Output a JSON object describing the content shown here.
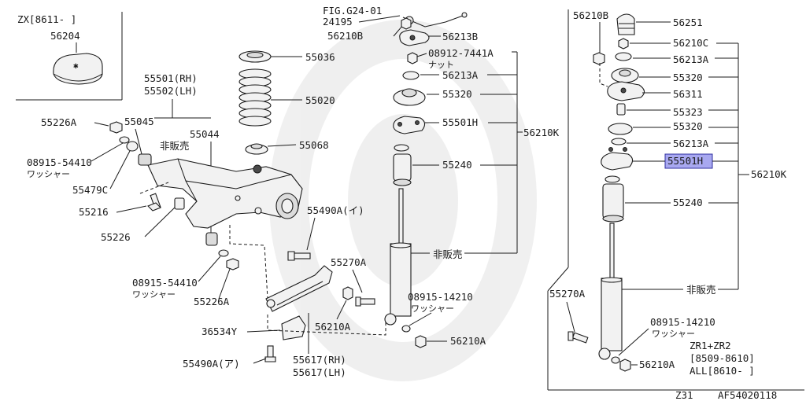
{
  "diagram": {
    "labels": {
      "zx_note": "ZX[8611-   ]",
      "p56204": "56204",
      "p55501_rh": "55501(RH)",
      "p55502_lh": "55502(LH)",
      "p55226a_top": "55226A",
      "p55045": "55045",
      "p55044": "55044",
      "not_for_sale_1": "非販売",
      "p08915_54410_top": "08915-54410",
      "washer_1": "ワッシャー",
      "p55479c": "55479C",
      "p55216": "55216",
      "p55226": "55226",
      "p08915_54410_bot": "08915-54410",
      "washer_2": "ワッシャー",
      "p55226a_bot": "55226A",
      "p36534y": "36534Y",
      "p55490a_a": "55490A(ア)",
      "p55617_rh": "55617(RH)",
      "p55617_lh": "55617(LH)",
      "p55036": "55036",
      "p55020": "55020",
      "p55068": "55068",
      "p55490a_i": "55490A(イ)",
      "p55270a_mid": "55270A",
      "p56210a_mid": "56210A",
      "fig_ref": "FIG.G24-01",
      "p24195": "24195",
      "p56210b_mid": "56210B",
      "p56213b": "56213B",
      "p08912_7441a": "08912-7441A",
      "nut": "ナット",
      "p56213a_mid": "56213A",
      "p55320_mid": "55320",
      "p55501h_mid": "55501H",
      "p55240_mid": "55240",
      "p56210k_mid": "56210K",
      "not_for_sale_2": "非販売",
      "p08915_14210_mid": "08915-14210",
      "washer_3": "ワッシャー",
      "p56210a_mid2": "56210A",
      "p56210b_r": "56210B",
      "p56251": "56251",
      "p56210c": "56210C",
      "p56213a_r1": "56213A",
      "p55320_r1": "55320",
      "p56311": "56311",
      "p55323": "55323",
      "p55320_r2": "55320",
      "p56213a_r2": "56213A",
      "p55501h_r": "55501H",
      "p56210k_r": "56210K",
      "p55240_r": "55240",
      "p55270a_r": "55270A",
      "not_for_sale_3": "非販売",
      "p08915_14210_r": "08915-14210",
      "washer_4": "ワッシャー",
      "p56210a_r": "56210A",
      "zr_note_1": "ZR1+ZR2",
      "zr_note_2": "[8509-8610]",
      "zr_note_3": "ALL[8610-   ]",
      "footer_model": "Z31",
      "footer_code": "AF54020118"
    },
    "highlight_color": "#a8a8f0",
    "highlighted_part": "55501H"
  }
}
